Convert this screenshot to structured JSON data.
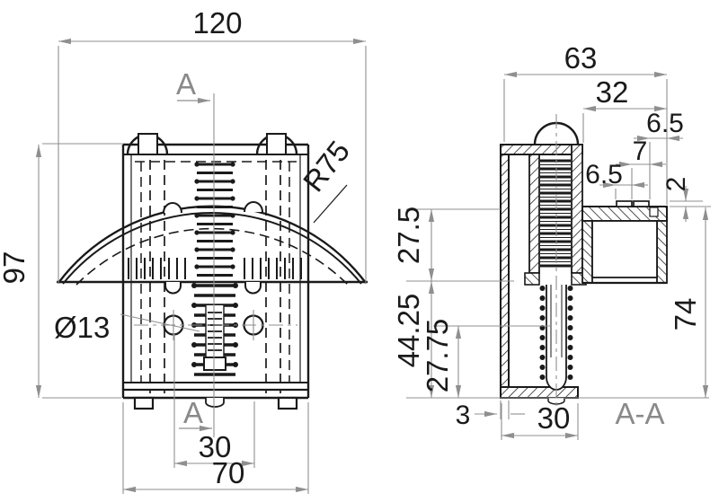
{
  "drawing": {
    "background": "#ffffff",
    "object_line_color": "#1a1a1a",
    "dimension_line_color": "#8f8f8f",
    "section_label_color": "#8a8a8a",
    "front": {
      "dim_width": "120",
      "dim_height": "97",
      "dim_radius": "R75",
      "dim_hole": "Ø13",
      "dim_hole_spacing": "30",
      "dim_base_width": "70",
      "marker_top": "A",
      "marker_bottom": "A"
    },
    "section": {
      "label": "A-A",
      "dim_width": "63",
      "dim_tab": "32",
      "dim_notch_right": "6.5",
      "dim_tooth": "7",
      "dim_notch_left": "6.5",
      "dim_step": "2",
      "dim_box_height": "27.5",
      "dim_lower_height": "44.25",
      "dim_inner_height": "27.75",
      "dim_total_height": "74",
      "dim_thickness": "3",
      "dim_foot_width": "30"
    }
  }
}
